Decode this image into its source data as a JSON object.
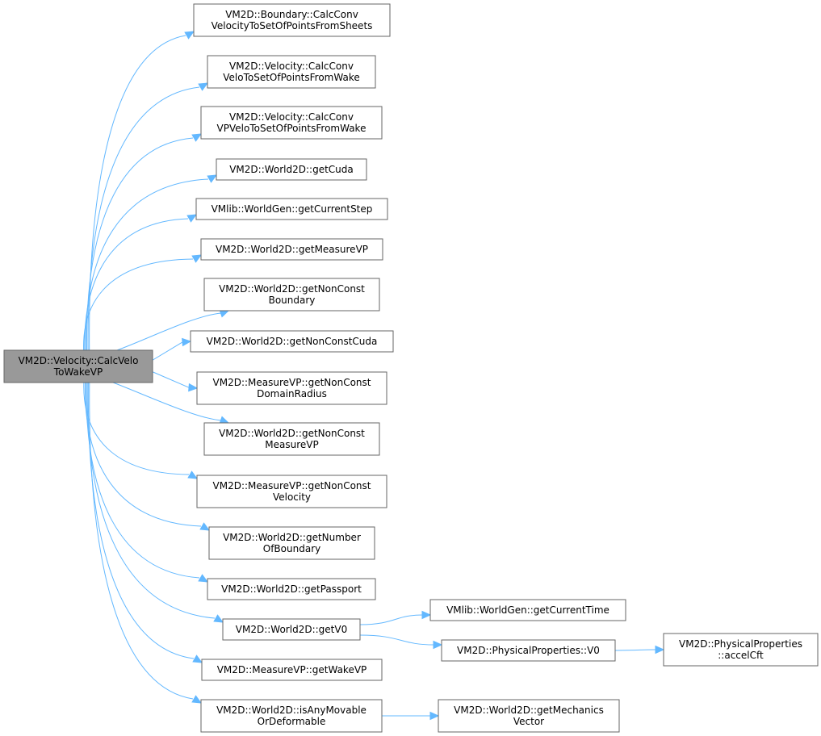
{
  "diagram": {
    "type": "call-graph",
    "root": "calcVeloToWakeVP",
    "nodes": [
      {
        "id": "calcVeloToWakeVP",
        "lines": [
          "VM2D::Velocity::CalcVelo",
          "ToWakeVP"
        ],
        "highlighted": true
      },
      {
        "id": "boundaryCalcConvVelocity",
        "lines": [
          "VM2D::Boundary::CalcConv",
          "VelocityToSetOfPointsFromSheets"
        ]
      },
      {
        "id": "velocityCalcConvVelo",
        "lines": [
          "VM2D::Velocity::CalcConv",
          "VeloToSetOfPointsFromWake"
        ]
      },
      {
        "id": "velocityCalcConvVPVelo",
        "lines": [
          "VM2D::Velocity::CalcConv",
          "VPVeloToSetOfPointsFromWake"
        ]
      },
      {
        "id": "getCuda",
        "lines": [
          "VM2D::World2D::getCuda"
        ]
      },
      {
        "id": "getCurrentStep",
        "lines": [
          "VMlib::WorldGen::getCurrentStep"
        ]
      },
      {
        "id": "getMeasureVP",
        "lines": [
          "VM2D::World2D::getMeasureVP"
        ]
      },
      {
        "id": "getNonConstBoundary",
        "lines": [
          "VM2D::World2D::getNonConst",
          "Boundary"
        ]
      },
      {
        "id": "getNonConstCuda",
        "lines": [
          "VM2D::World2D::getNonConstCuda"
        ]
      },
      {
        "id": "getNonConstDomainRadius",
        "lines": [
          "VM2D::MeasureVP::getNonConst",
          "DomainRadius"
        ]
      },
      {
        "id": "getNonConstMeasureVP",
        "lines": [
          "VM2D::World2D::getNonConst",
          "MeasureVP"
        ]
      },
      {
        "id": "getNonConstVelocity",
        "lines": [
          "VM2D::MeasureVP::getNonConst",
          "Velocity"
        ]
      },
      {
        "id": "getNumberOfBoundary",
        "lines": [
          "VM2D::World2D::getNumber",
          "OfBoundary"
        ]
      },
      {
        "id": "getPassport",
        "lines": [
          "VM2D::World2D::getPassport"
        ]
      },
      {
        "id": "getV0",
        "lines": [
          "VM2D::World2D::getV0"
        ]
      },
      {
        "id": "getWakeVP",
        "lines": [
          "VM2D::MeasureVP::getWakeVP"
        ]
      },
      {
        "id": "isAnyMovable",
        "lines": [
          "VM2D::World2D::isAnyMovable",
          "OrDeformable"
        ]
      },
      {
        "id": "getCurrentTime",
        "lines": [
          "VMlib::WorldGen::getCurrentTime"
        ]
      },
      {
        "id": "physV0",
        "lines": [
          "VM2D::PhysicalProperties::V0"
        ]
      },
      {
        "id": "accelCft",
        "lines": [
          "VM2D::PhysicalProperties",
          "::accelCft"
        ]
      },
      {
        "id": "getMechanicsVector",
        "lines": [
          "VM2D::World2D::getMechanics",
          "Vector"
        ]
      }
    ],
    "edges": [
      {
        "from": "calcVeloToWakeVP",
        "to": "boundaryCalcConvVelocity"
      },
      {
        "from": "calcVeloToWakeVP",
        "to": "velocityCalcConvVelo"
      },
      {
        "from": "calcVeloToWakeVP",
        "to": "velocityCalcConvVPVelo"
      },
      {
        "from": "calcVeloToWakeVP",
        "to": "getCuda"
      },
      {
        "from": "calcVeloToWakeVP",
        "to": "getCurrentStep"
      },
      {
        "from": "calcVeloToWakeVP",
        "to": "getMeasureVP"
      },
      {
        "from": "calcVeloToWakeVP",
        "to": "getNonConstBoundary"
      },
      {
        "from": "calcVeloToWakeVP",
        "to": "getNonConstCuda"
      },
      {
        "from": "calcVeloToWakeVP",
        "to": "getNonConstDomainRadius"
      },
      {
        "from": "calcVeloToWakeVP",
        "to": "getNonConstMeasureVP"
      },
      {
        "from": "calcVeloToWakeVP",
        "to": "getNonConstVelocity"
      },
      {
        "from": "calcVeloToWakeVP",
        "to": "getNumberOfBoundary"
      },
      {
        "from": "calcVeloToWakeVP",
        "to": "getPassport"
      },
      {
        "from": "calcVeloToWakeVP",
        "to": "getV0"
      },
      {
        "from": "calcVeloToWakeVP",
        "to": "getWakeVP"
      },
      {
        "from": "calcVeloToWakeVP",
        "to": "isAnyMovable"
      },
      {
        "from": "getV0",
        "to": "getCurrentTime"
      },
      {
        "from": "getV0",
        "to": "physV0"
      },
      {
        "from": "physV0",
        "to": "accelCft"
      },
      {
        "from": "isAnyMovable",
        "to": "getMechanicsVector"
      }
    ],
    "colors": {
      "edge": "#63b8ff",
      "node_border": "#666666",
      "root_fill": "#999999",
      "node_fill": "#ffffff"
    }
  }
}
